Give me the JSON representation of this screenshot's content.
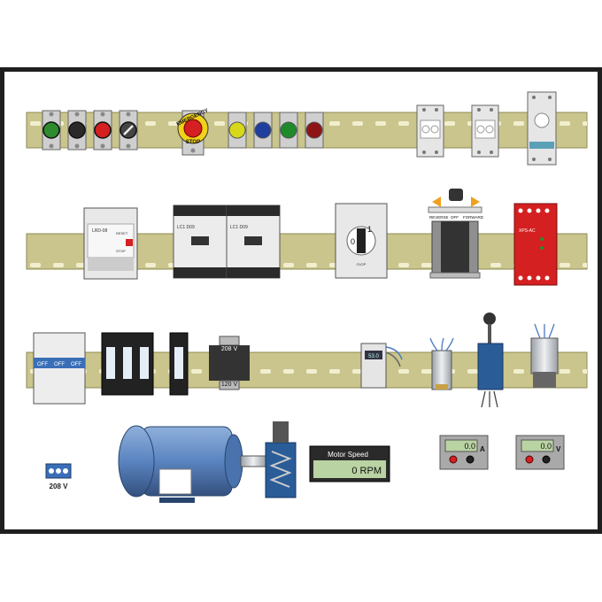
{
  "panel": {
    "title": "Electrical control trainer panel",
    "voltage_208_label": "208 V",
    "transformer_primary": "208 V",
    "transformer_secondary": "120 V",
    "supply_terminal_label": "208 V"
  },
  "row1": {
    "estop_top": "EMERGENCY",
    "estop_bottom": "STOP",
    "pushbutton_colors": [
      "#2e8b2e",
      "#2a2a2a",
      "#d42020",
      "#444444"
    ],
    "pilot_light_colors": [
      "#d8d81a",
      "#1f3f9e",
      "#1e8a2a",
      "#8e1515"
    ]
  },
  "row2": {
    "overload_label": "LRD-08",
    "overload_reset": "RESET",
    "overload_stop": "STOP",
    "contactor_labels": [
      "LC1 D09",
      "LC1 D09"
    ],
    "selector_off": "0",
    "selector_on": "1",
    "selector_model": "GV2P",
    "drum_labels": [
      "REVERSE",
      "OFF",
      "FORWARD"
    ],
    "safety_relay_label": "XPS-AC"
  },
  "row3": {
    "breaker_labels": [
      "OFF",
      "OFF",
      "OFF"
    ],
    "pressure_display": "53.0"
  },
  "motor_speed": {
    "title": "Motor Speed",
    "value": "0 RPM"
  },
  "ammeter": {
    "value": "0.0",
    "unit": "A"
  },
  "voltmeter": {
    "value": "0.0",
    "unit": "V"
  },
  "colors": {
    "rail": "#c9c58c",
    "rail_dark": "#8e8a55",
    "motor": "#5a84c0",
    "safety_red": "#d42020",
    "display_green": "#b9d3a3"
  }
}
